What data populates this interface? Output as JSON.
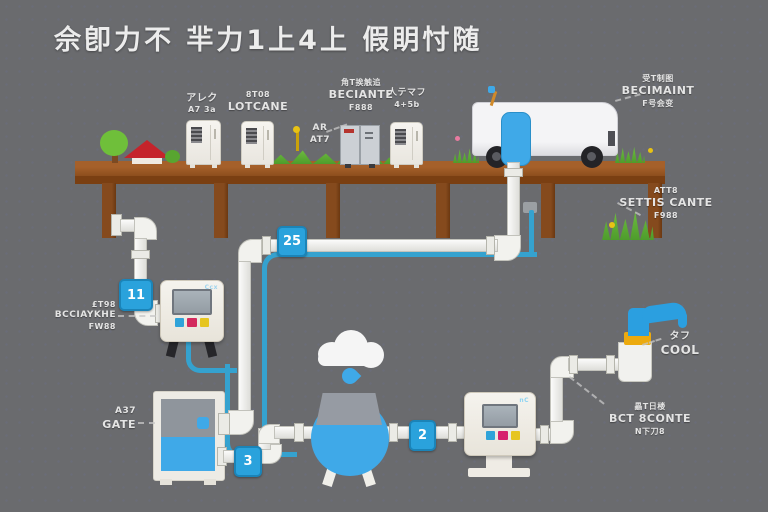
{
  "title": "佘卽力不 羋力1上4上 假眀忖随",
  "colors": {
    "background": "#6a6b6e",
    "accent_blue": "#3fa9e8",
    "hose_blue": "#35a2cf",
    "pipe_white": "#f2f2ee",
    "wood_brown": "#8d4e1d",
    "grass_green": "#5fae35",
    "roof_red": "#c5232b",
    "faucet_gold": "#ecaa0e"
  },
  "badges": {
    "valve1": "11",
    "valve2": "25",
    "valve3": "3",
    "valve4": "2"
  },
  "annotations": {
    "appliance1": {
      "line1": "アレク",
      "line2": "A7 3a"
    },
    "appliance2": {
      "line1": "8T08",
      "line2": "LOTCANE"
    },
    "machine": {
      "line1": "角T挨触追",
      "line2": "BECIANTE",
      "line3": "F888"
    },
    "field": {
      "line1": "AR",
      "line2": "AT7"
    },
    "appliance3": {
      "line1": "人テマフ",
      "line2": "4+5b"
    },
    "truck": {
      "line1": "受T制图",
      "line2": "BECIMAINT",
      "line3": "F号会变"
    },
    "ground": {
      "line1": "ATT8",
      "line2": "SETTIS CANTE",
      "line3": "F988"
    },
    "controller": {
      "line1": "£T98",
      "line2": "BCCIAYKHE",
      "line3": "FW88"
    },
    "tank": {
      "line1": "A37",
      "line2": "GATE"
    },
    "tap": {
      "line1": "タフ",
      "line2": "COOL"
    },
    "meter_pipe": {
      "line1": "畾T日楼",
      "line2": "BCT 8CONTE",
      "line3": "N下刀8"
    }
  },
  "marks": {
    "controller_brand": "Ccx",
    "meter_brand": "nC"
  }
}
